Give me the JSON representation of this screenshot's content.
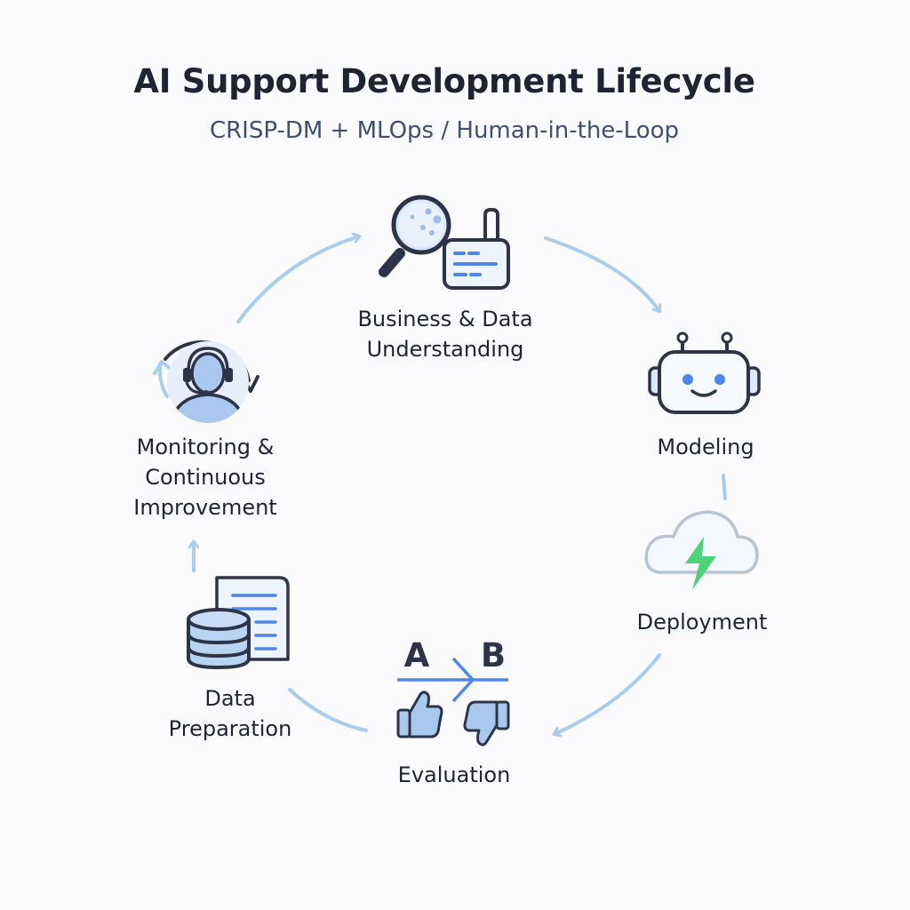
{
  "diagram": {
    "title": "AI Support Development Lifecycle",
    "subtitle": "CRISP-DM + MLOps / Human-in-the-Loop",
    "stages": [
      {
        "id": "business-data-understanding",
        "lines": [
          "Business & Data",
          "Understanding"
        ],
        "icon": "magnifier-dashboard-icon"
      },
      {
        "id": "modeling",
        "lines": [
          "Modeling"
        ],
        "icon": "robot-icon"
      },
      {
        "id": "deployment",
        "lines": [
          "Deployment"
        ],
        "icon": "cloud-lightning-icon"
      },
      {
        "id": "evaluation",
        "lines": [
          "Evaluation"
        ],
        "icon": "ab-test-thumbs-icon",
        "ab_labels": [
          "A",
          "B"
        ]
      },
      {
        "id": "data-preparation",
        "lines": [
          "Data",
          "Preparation"
        ],
        "icon": "database-document-icon"
      },
      {
        "id": "monitoring-continuous-improvement",
        "lines": [
          "Monitoring &",
          "Continuous",
          "Improvement"
        ],
        "icon": "agent-headset-cycle-icon"
      }
    ],
    "colors": {
      "arrow": "#a9cdee",
      "icon_stroke": "#2e3448",
      "icon_fill": "#dce9fa",
      "accent_blue": "#4f86e8",
      "accent_green": "#4fd37a",
      "title_text": "#1f2433",
      "subtitle_text": "#3e4f72"
    }
  }
}
